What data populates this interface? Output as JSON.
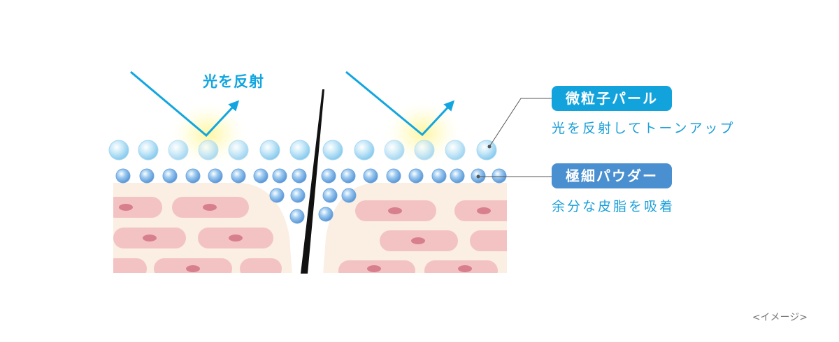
{
  "light_label": "光を反射",
  "pearl": {
    "badge": "微粒子パール",
    "description": "光を反射してトーンアップ"
  },
  "powder": {
    "badge": "極細パウダー",
    "description": "余分な皮脂を吸着"
  },
  "image_note": "<イメージ>",
  "colors": {
    "accent": "#12a6e0",
    "pearl_badge": "#12a3dd",
    "powder_badge": "#4a8fcf",
    "skin_base": "#fbeee2",
    "skin_cell": "#f3c3c3",
    "nucleus": "#d87f8e"
  }
}
